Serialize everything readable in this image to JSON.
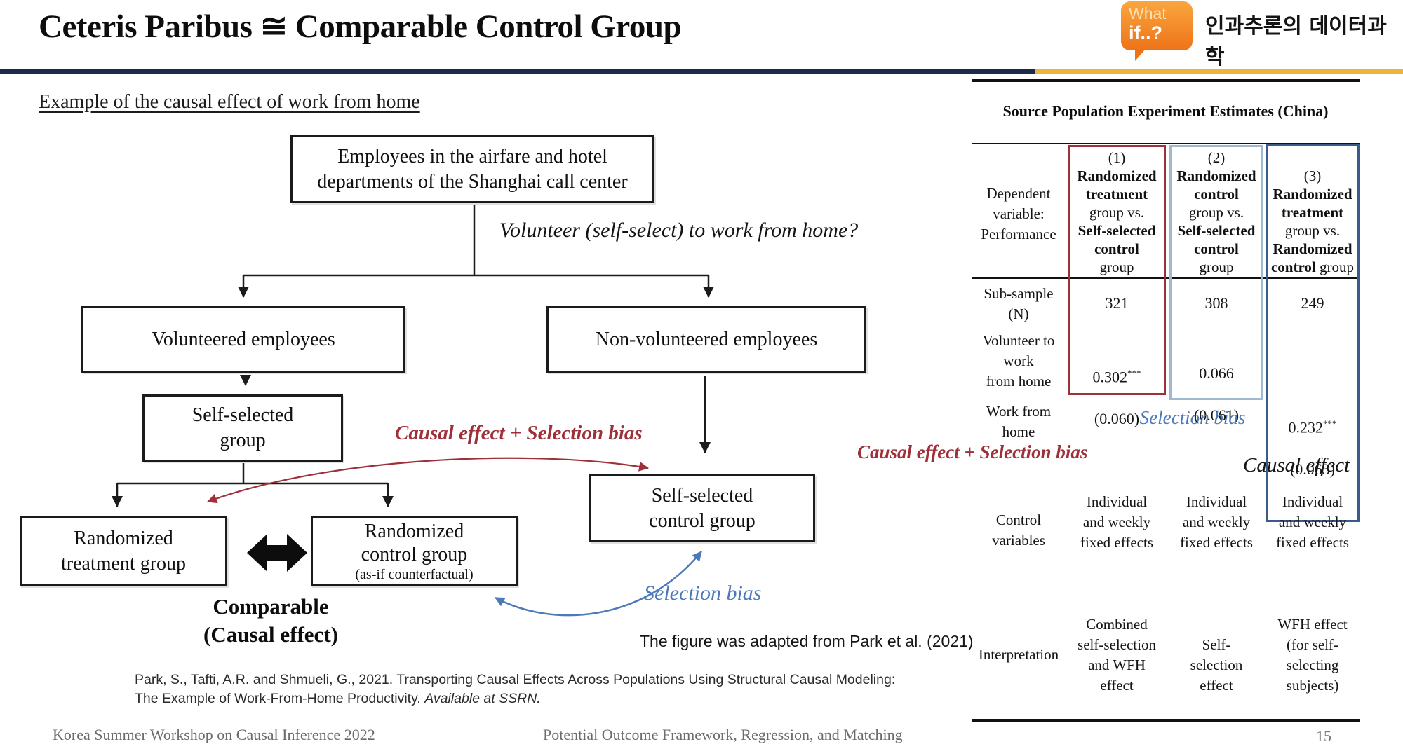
{
  "colors": {
    "navy_rule": "#1c2b4a",
    "gold_rule": "#eeb33b",
    "logo_orange": "#ee7317",
    "dark_red": "#9e3039",
    "blue": "#4d79b8",
    "light_blue_frame": "#9fb9d0",
    "dark_blue_frame": "#3a5a8c"
  },
  "header": {
    "title": "Ceteris Paribus ≅ Comparable Control Group",
    "logo_what": "What",
    "logo_if": "if..?",
    "logo_korean": "인과추론의 데이터과학"
  },
  "subtitle": "Example of the causal effect of work from home",
  "flowchart": {
    "population_box": "Employees in the airfare and hotel\ndepartments of the Shanghai call center",
    "question": "Volunteer (self-select) to work from home?",
    "volunteered_box": "Volunteered employees",
    "non_volunteered_box": "Non-volunteered employees",
    "self_selected_box": "Self-selected\ngroup",
    "randomized_treatment_box": "Randomized\ntreatment group",
    "randomized_control_main": "Randomized\ncontrol group",
    "randomized_control_sub": "(as-if counterfactual)",
    "self_selected_control_box": "Self-selected\ncontrol group",
    "comparable_label": "Comparable\n(Causal effect)",
    "causal_selection_label": "Causal effect + Selection bias",
    "selection_bias_label": "Selection bias",
    "adapted_note": "The figure was adapted from Park et al. (2021)",
    "citation_normal": "Park, S., Tafti, A.R. and Shmueli, G., 2021. Transporting Causal Effects Across Populations Using Structural Causal Modeling:\nThe Example of Work-From-Home Productivity. ",
    "citation_italic": "Available at SSRN."
  },
  "table": {
    "title": "Source Population Experiment Estimates (China)",
    "dependent_label": "Dependent\nvariable:\nPerformance",
    "col1": {
      "num": "(1)",
      "bold1": "Randomized\ntreatment",
      "reg1": "group vs.",
      "bold2": "Self-selected\ncontrol",
      "reg2": "group"
    },
    "col2": {
      "num": "(2)",
      "bold1": "Randomized\ncontrol",
      "reg1": "group vs.",
      "bold2": "Self-selected\ncontrol",
      "reg2": "group"
    },
    "col3": {
      "num": "(3)",
      "bold1": "Randomized\ntreatment",
      "reg1": "group vs.",
      "bold2": "Randomized",
      "bold3": "control",
      "reg3": " group"
    },
    "subsample_label": "Sub-sample\n(N)",
    "subsample_v1": "321",
    "subsample_v2": "308",
    "subsample_v3": "249",
    "volunteer_label": "Volunteer to\nwork\nfrom home",
    "volunteer_v1": "0.302",
    "volunteer_v1_stars": "***",
    "volunteer_v1_se": "(0.060)",
    "volunteer_v2": "0.066",
    "volunteer_v2_se": "(0.061)",
    "wfh_label": "Work from\nhome",
    "wfh_v3": "0.232",
    "wfh_v3_stars": "***",
    "wfh_v3_se": "(0.063)",
    "selection_bias_annot": "Selection bias",
    "causal_selection_annot": "Causal effect + Selection bias",
    "causal_annot": "Causal effect",
    "controls_label": "Control\nvariables",
    "controls_value": "Individual\nand weekly\nfixed effects",
    "interpretation_label": "Interpretation",
    "interpretation_v1": "Combined\nself-selection\nand WFH\neffect",
    "interpretation_v2": "Self-\nselection\neffect",
    "interpretation_v3": "WFH effect\n(for self-\nselecting\nsubjects)"
  },
  "footer": {
    "left": "Korea Summer Workshop on Causal Inference 2022",
    "center": "Potential Outcome Framework, Regression, and Matching",
    "page": "15"
  }
}
